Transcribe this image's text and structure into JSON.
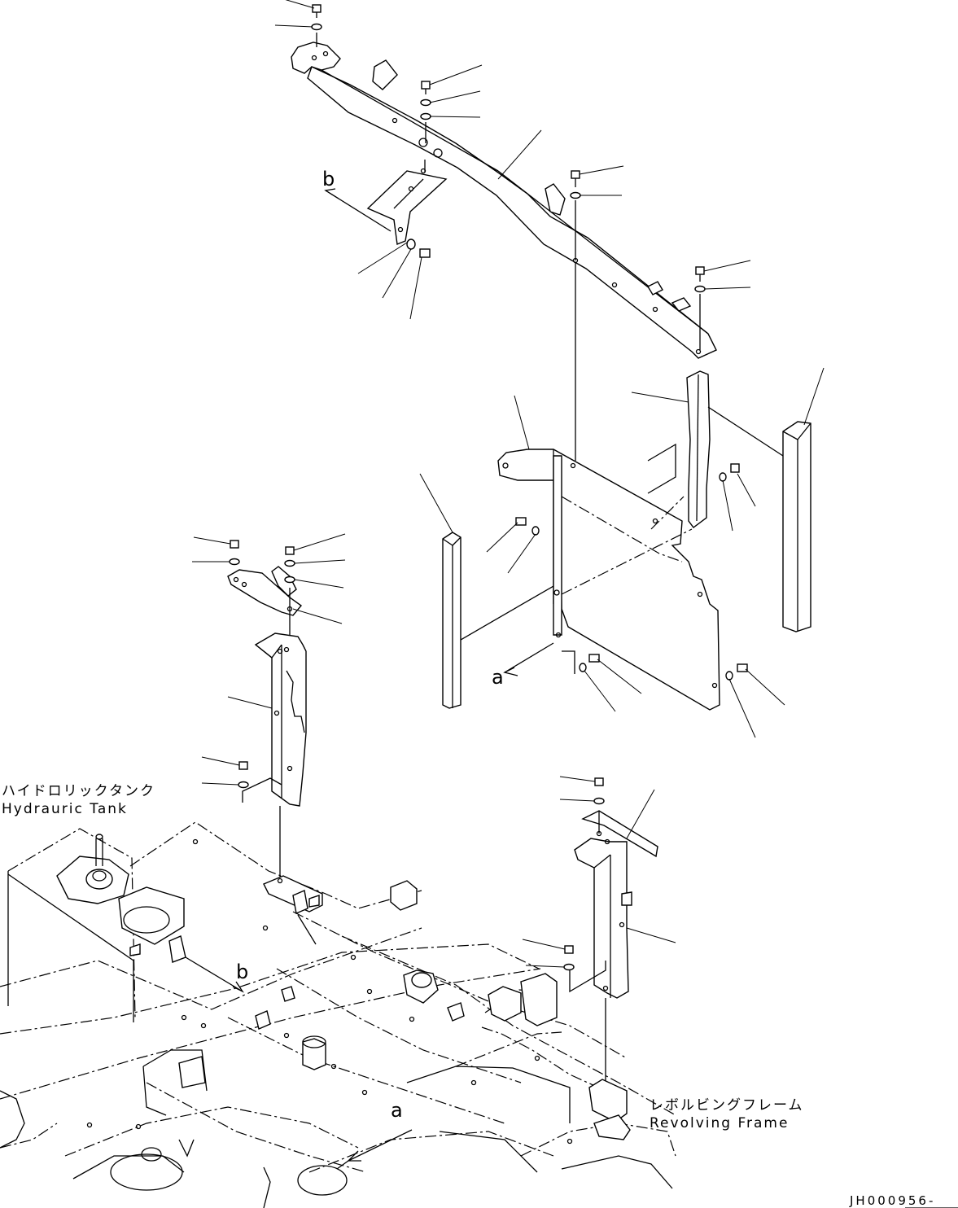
{
  "labels": {
    "ref_b_top": "b",
    "ref_a_right": "a",
    "ref_b_bottom": "b",
    "ref_a_bottom": "a"
  },
  "captions": {
    "hydraulic_tank_jp": "ハイドロリックタンク",
    "hydraulic_tank_en": "Hydrauric Tank",
    "revolving_frame_jp": "レボルビングフレーム",
    "revolving_frame_en": "Revolving Frame"
  },
  "drawing_code": "JH000956-"
}
